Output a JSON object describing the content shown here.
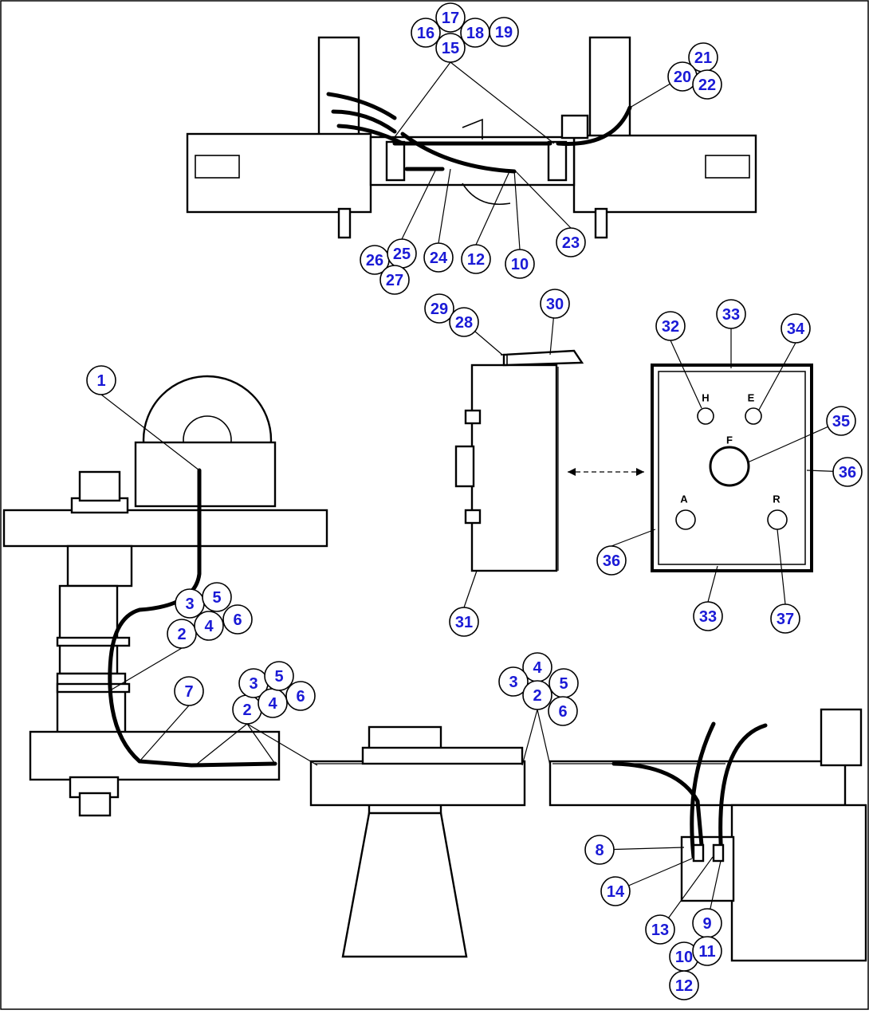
{
  "diagram": {
    "callouts": [
      {
        "id": "c1",
        "label": "1"
      },
      {
        "id": "c2a",
        "label": "2"
      },
      {
        "id": "c3a",
        "label": "3"
      },
      {
        "id": "c4a",
        "label": "4"
      },
      {
        "id": "c5a",
        "label": "5"
      },
      {
        "id": "c6a",
        "label": "6"
      },
      {
        "id": "c7",
        "label": "7"
      },
      {
        "id": "c2b",
        "label": "2"
      },
      {
        "id": "c3b",
        "label": "3"
      },
      {
        "id": "c4b",
        "label": "4"
      },
      {
        "id": "c5b",
        "label": "5"
      },
      {
        "id": "c6b",
        "label": "6"
      },
      {
        "id": "c4c",
        "label": "4"
      },
      {
        "id": "c3c",
        "label": "3"
      },
      {
        "id": "c5c",
        "label": "5"
      },
      {
        "id": "c2c",
        "label": "2"
      },
      {
        "id": "c6c",
        "label": "6"
      },
      {
        "id": "c8",
        "label": "8"
      },
      {
        "id": "c14",
        "label": "14"
      },
      {
        "id": "c13",
        "label": "13"
      },
      {
        "id": "c9",
        "label": "9"
      },
      {
        "id": "c10b",
        "label": "10"
      },
      {
        "id": "c11",
        "label": "11"
      },
      {
        "id": "c12b",
        "label": "12"
      },
      {
        "id": "c17",
        "label": "17"
      },
      {
        "id": "c16",
        "label": "16"
      },
      {
        "id": "c18",
        "label": "18"
      },
      {
        "id": "c19",
        "label": "19"
      },
      {
        "id": "c15",
        "label": "15"
      },
      {
        "id": "c21",
        "label": "21"
      },
      {
        "id": "c20",
        "label": "20"
      },
      {
        "id": "c22",
        "label": "22"
      },
      {
        "id": "c26",
        "label": "26"
      },
      {
        "id": "c25",
        "label": "25"
      },
      {
        "id": "c27",
        "label": "27"
      },
      {
        "id": "c24",
        "label": "24"
      },
      {
        "id": "c12a",
        "label": "12"
      },
      {
        "id": "c10a",
        "label": "10"
      },
      {
        "id": "c23",
        "label": "23"
      },
      {
        "id": "c29",
        "label": "29"
      },
      {
        "id": "c28",
        "label": "28"
      },
      {
        "id": "c30",
        "label": "30"
      },
      {
        "id": "c31",
        "label": "31"
      },
      {
        "id": "c32",
        "label": "32"
      },
      {
        "id": "c33a",
        "label": "33"
      },
      {
        "id": "c34",
        "label": "34"
      },
      {
        "id": "c35",
        "label": "35"
      },
      {
        "id": "c36a",
        "label": "36"
      },
      {
        "id": "c36b",
        "label": "36"
      },
      {
        "id": "c33b",
        "label": "33"
      },
      {
        "id": "c37",
        "label": "37"
      }
    ],
    "panel_letters": [
      {
        "id": "H",
        "label": "H"
      },
      {
        "id": "E",
        "label": "E"
      },
      {
        "id": "F",
        "label": "F"
      },
      {
        "id": "A",
        "label": "A"
      },
      {
        "id": "R",
        "label": "R"
      }
    ],
    "colors": {
      "callout_text": "#1a1ad6",
      "line": "#000000",
      "background": "#ffffff"
    }
  }
}
